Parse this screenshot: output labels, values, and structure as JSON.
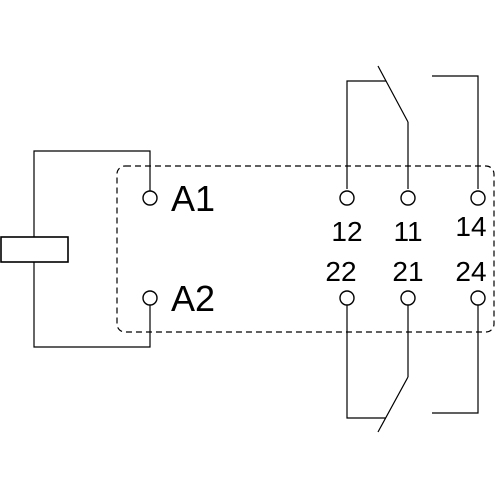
{
  "diagram": {
    "terminals": {
      "a1": "A1",
      "a2": "A2",
      "t12": "12",
      "t11": "11",
      "t14": "14",
      "t22": "22",
      "t21": "21",
      "t24": "24"
    }
  }
}
